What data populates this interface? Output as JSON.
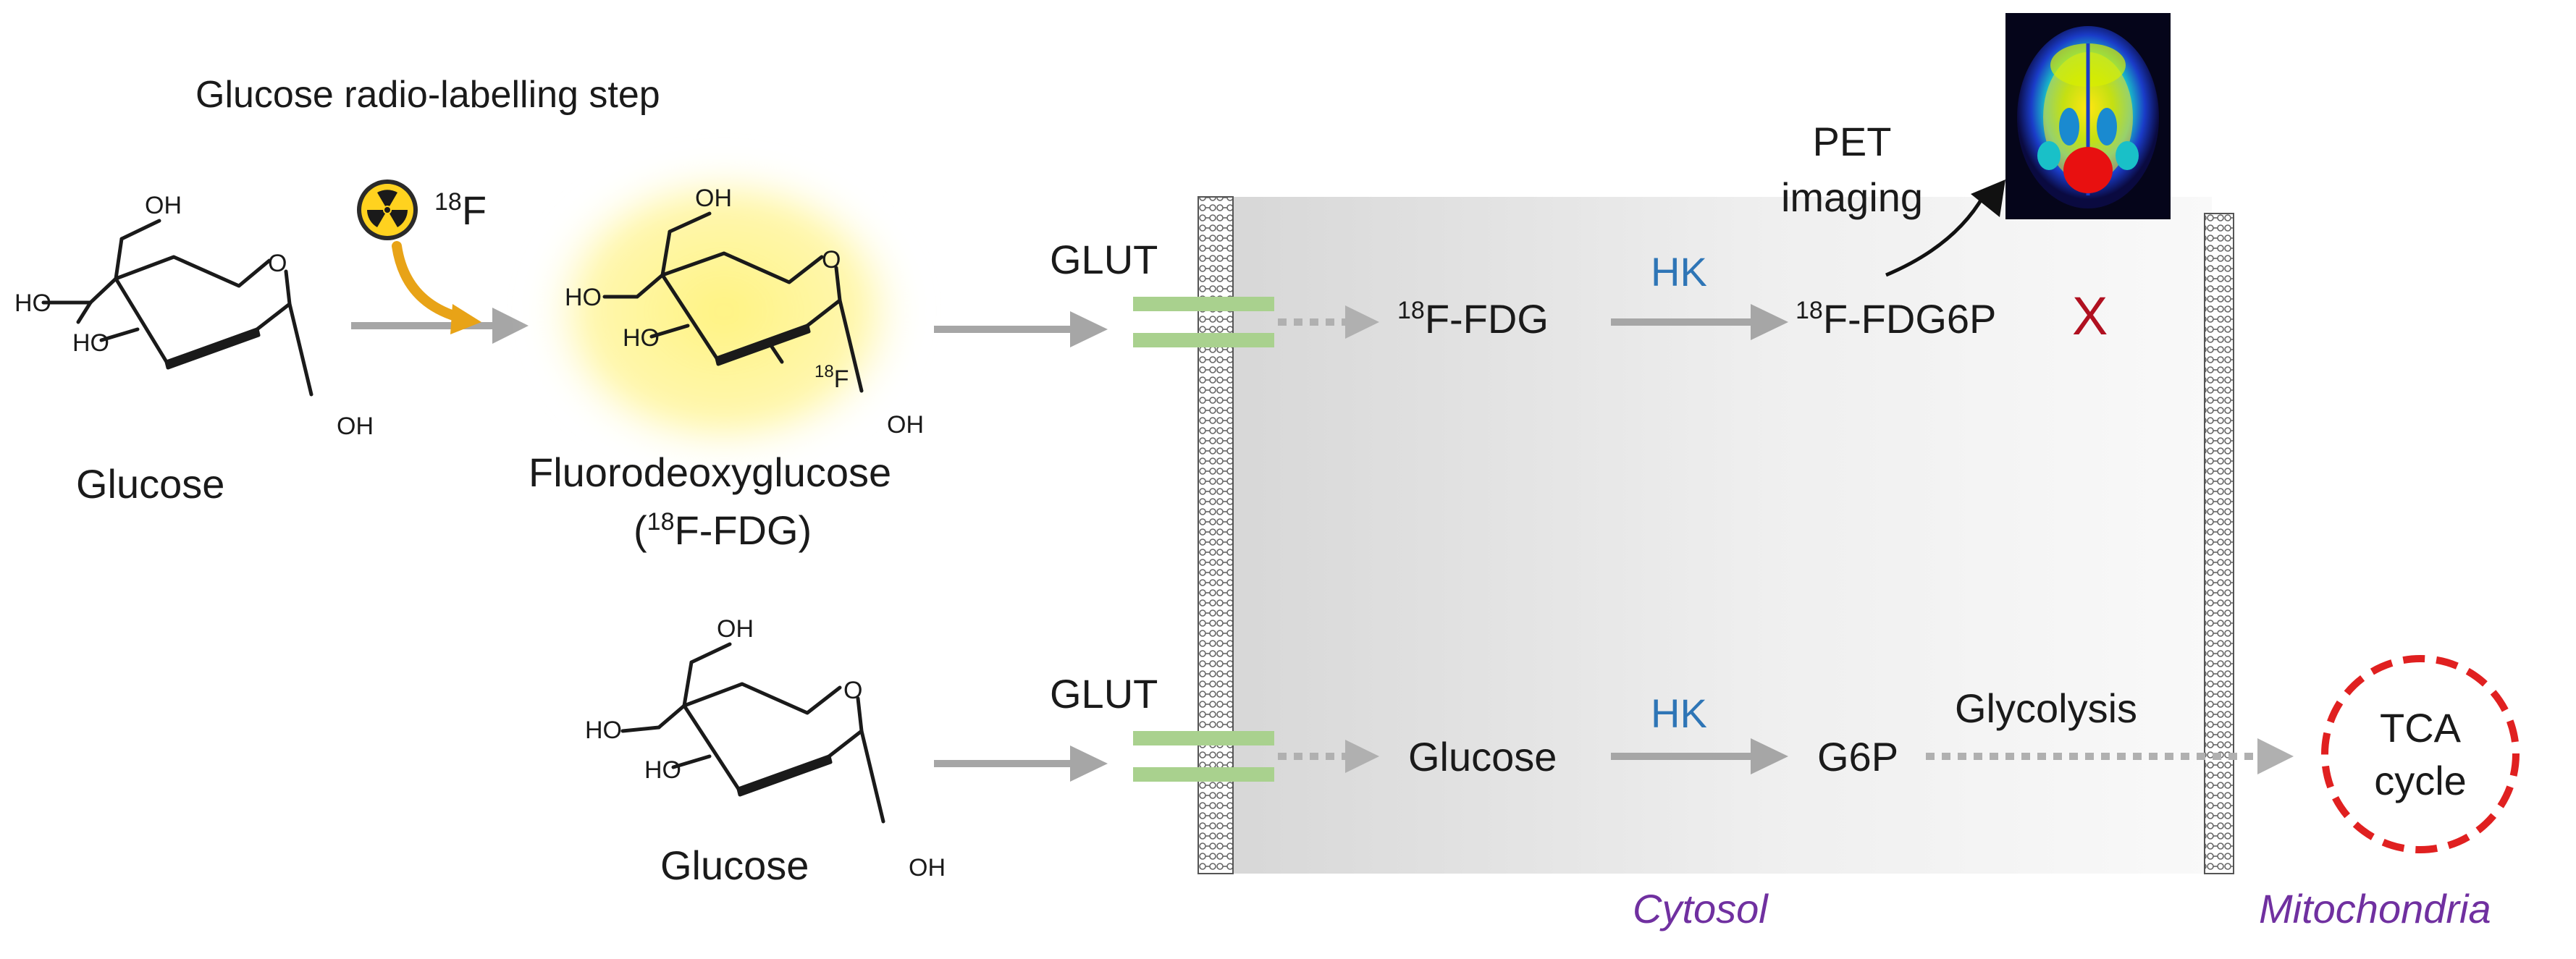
{
  "title": "Glucose radio-labelling step",
  "isotope": {
    "mass": "18",
    "symbol": "F"
  },
  "glucose_top": {
    "label": "Glucose",
    "atoms": {
      "oh_top": "OH",
      "ho_left": "HO",
      "ho_mid": "HO",
      "oh_bottom": "OH",
      "ring_o": "O"
    }
  },
  "fdg": {
    "label": "Fluorodeoxyglucose",
    "abbrev_open": "(",
    "abbrev_mass": "18",
    "abbrev_rest": "F-FDG)",
    "atoms": {
      "oh_top": "OH",
      "ho_left": "HO",
      "ho_mid": "HO",
      "oh_bottom": "OH",
      "ring_o": "O",
      "f_mass": "18",
      "f_symbol": "F"
    }
  },
  "glucose_bottom": {
    "label": "Glucose",
    "atoms": {
      "oh_top": "OH",
      "ho_left": "HO",
      "ho_mid": "HO",
      "oh_bottom": "OH",
      "ring_o": "O"
    }
  },
  "transporter_top": "GLUT",
  "transporter_bottom": "GLUT",
  "cyto_fdg": {
    "mass": "18",
    "rest": "F-FDG"
  },
  "cyto_fdg6p": {
    "mass": "18",
    "rest": "F-FDG6P"
  },
  "block_mark": "X",
  "pet": {
    "line1": "PET",
    "line2": "imaging"
  },
  "enzyme_top": "HK",
  "enzyme_bottom": "HK",
  "cyto_glucose": "Glucose",
  "g6p": "G6P",
  "glycolysis": "Glycolysis",
  "tca": {
    "line1": "TCA",
    "line2": "cycle"
  },
  "regions": {
    "cytosol": "Cytosol",
    "mitochondria": "Mitochondria"
  },
  "colors": {
    "arrow_gray": "#a6a6a6",
    "glut_green": "#a9d18e",
    "fdg_glow": "#fff27a",
    "tca_red": "#e02020",
    "enzyme_blue": "#2e75b6",
    "region_purple": "#7030a0",
    "block_red": "#b01020",
    "radiation_yellow": "#ffd21f",
    "curve_orange": "#e8a317"
  },
  "icons": {
    "radiation": "radiation-trefoil-icon",
    "pet_scan": "brain-pet-scan-image"
  }
}
